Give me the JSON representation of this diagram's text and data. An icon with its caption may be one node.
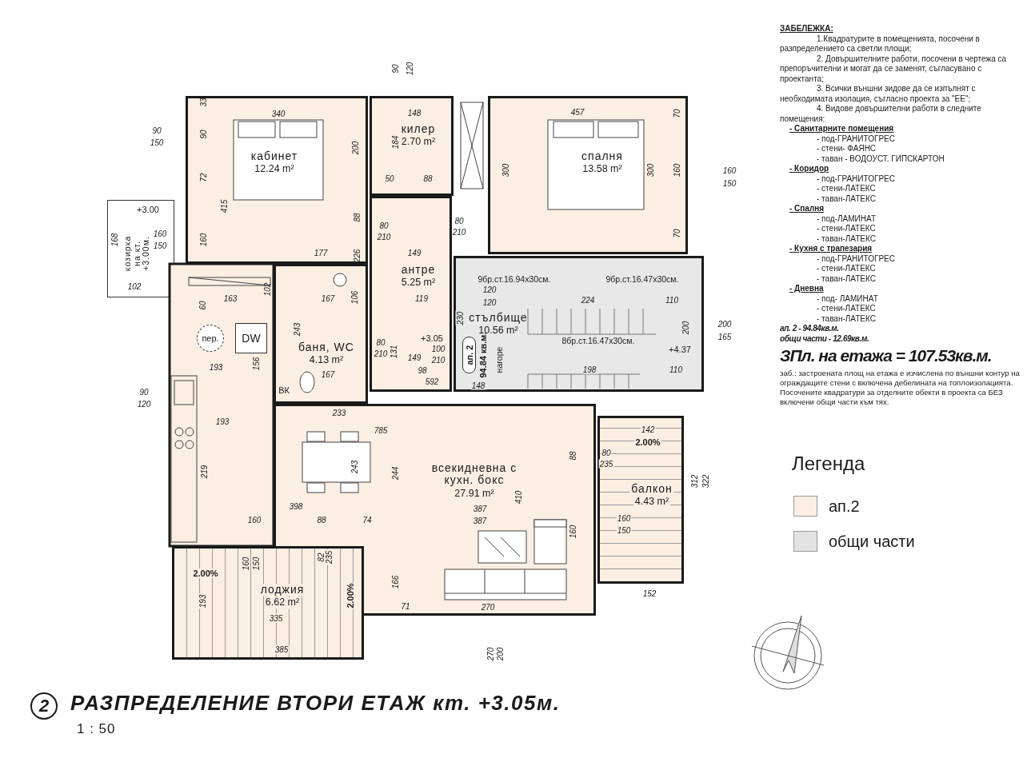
{
  "diagram": {
    "title": "РАЗПРЕДЕЛЕНИЕ ВТОРИ ЕТАЖ кт. +3.05м.",
    "nodes": [
      {
        "text": [
          "кабинет",
          "12.24 m²"
        ]
      },
      {
        "text": [
          "килер",
          "2.70 m²"
        ]
      },
      {
        "text": [
          "спалня",
          "13.58 m²"
        ]
      },
      {
        "text": [
          "антре",
          "5.25 m²"
        ]
      },
      {
        "text": [
          "баня, WC",
          "4.13 m²"
        ]
      },
      {
        "text": [
          "стълбище",
          "10.56 m²"
        ]
      },
      {
        "text": [
          "всекидневна с кухн. бокс",
          "27.91 m²"
        ]
      },
      {
        "text": [
          "лоджия",
          "6.62 m²"
        ]
      },
      {
        "text": [
          "балкон",
          "4.43 m²"
        ]
      },
      {
        "text": [
          "козирка на кт. +3.00м."
        ]
      },
      {
        "text": [
          "пер."
        ]
      },
      {
        "text": [
          "DW"
        ]
      },
      {
        "text": [
          "ап. 2"
        ],
        "beside": [
          "94.84 кв.м."
        ],
        "in": 5
      },
      {
        "text": [
          "2"
        ]
      }
    ],
    "labels": [
      "90",
      "120",
      "33",
      "340",
      "148",
      "457",
      "70",
      "90",
      "150",
      "90",
      "184",
      "200",
      "300",
      "300",
      "160",
      "160",
      "150",
      "72",
      "50",
      "88",
      "415",
      "+3.00",
      "88",
      "80",
      "210",
      "80",
      "210",
      "70",
      "168",
      "160",
      "160",
      "150",
      "177",
      "226",
      "149",
      "9бр.ст.16.94х30см.",
      "9бр.ст.16.47х30см.",
      "102",
      "102",
      "120",
      "163",
      "167",
      "106",
      "119",
      "224",
      "110",
      "120",
      "60",
      "230",
      "200",
      "200",
      "165",
      "243",
      "8бр.ст.16.47х30см.",
      "+3.05",
      "80",
      "210",
      "+4.37",
      "100",
      "210",
      "149",
      "131",
      "нагоре",
      "167",
      "193",
      "156",
      "98",
      "198",
      "110",
      "592",
      "148",
      "ВК",
      "90",
      "120",
      "233",
      "193",
      "785",
      "142",
      "2.00%",
      "80",
      "235",
      "88",
      "243",
      "244",
      "219",
      "312",
      "322",
      "410",
      "398",
      "387",
      "160",
      "88",
      "74",
      "387",
      "160",
      "150",
      "160",
      "82",
      "235",
      "160",
      "150",
      "2.00%",
      "166",
      "152",
      "2.00%",
      "193",
      "270",
      "71",
      "335",
      "385",
      "270",
      "200",
      "ЗАБЕЛЕЖКА:",
      "1.Квадратурите в помещенията, посочени в разпределението са светли площи;",
      "2. Довършителните работи, посочени в чертежа са препоръчителни и могат да се заменят, съгласувано с проектанта;",
      "3. Всички външни зидове да се изпълнят с необходимата изолация, съгласно проекта за \"ЕЕ\";",
      "4. Видове довършителни работи в следните помещения:",
      "- Санитарните помещения",
      "- под-ГРАНИТОГРЕС",
      "- стени- ФАЯНС",
      "- таван - ВОДОУСТ. ГИПСКАРТОН",
      "- Коридор",
      "- под-ГРАНИТОГРЕС",
      "- стени-ЛАТЕКС",
      "- таван-ЛАТЕКС",
      "- Спалня",
      "- под-ЛАМИНАТ",
      "- стени-ЛАТЕКС",
      "- таван-ЛАТЕКС",
      "- Кухня с трапезария",
      "- под-ГРАНИТОГРЕС",
      "- стени-ЛАТЕКС",
      "- таван-ЛАТЕКС",
      "- Дневна",
      "- под- ЛАМИНАТ",
      "- стени-ЛАТЕКС",
      "- таван-ЛАТЕКС",
      "ап. 2 - 94.84кв.м.",
      "общи части - 12.69кв.м.",
      "ЗПл. на етажа = 107.53кв.м.",
      "заб.: застроената площ на етажа е изчислена по външни контур на ограждащите стени с включена дебелината на топлоизолацията. Посочените квадратури за отделните обекти в проекта са БЕЗ включени общи части към тях.",
      "Легенда",
      "1 : 50"
    ],
    "legend": [
      {
        "text": "ап.2",
        "color": "#fbeee2"
      },
      {
        "text": "общи части",
        "color": "#e3e3e3"
      }
    ]
  }
}
